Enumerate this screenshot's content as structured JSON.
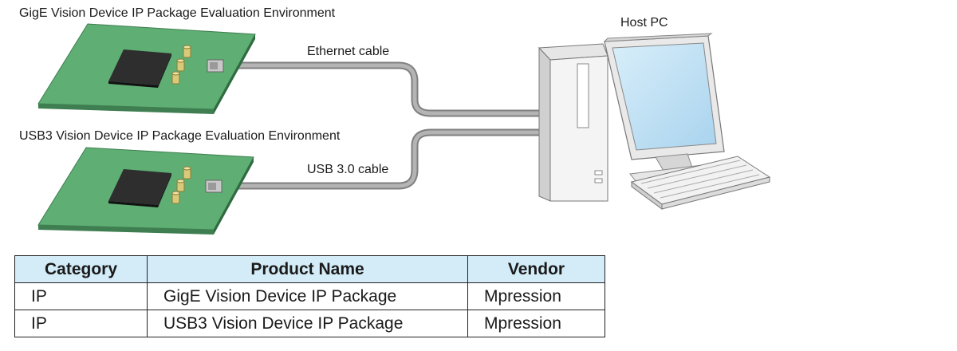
{
  "labels": {
    "gige_env": "GigE Vision Device IP Package Evaluation Environment",
    "usb3_env": "USB3 Vision Device IP Package Evaluation Environment",
    "ethernet_cable": "Ethernet cable",
    "usb_cable": "USB 3.0 cable",
    "host_pc": "Host PC"
  },
  "table": {
    "headers": [
      "Category",
      "Product Name",
      "Vendor"
    ],
    "rows": [
      [
        "IP",
        "GigE Vision Device IP Package",
        "Mpression"
      ],
      [
        "IP",
        "USB3 Vision Device IP Package",
        "Mpression"
      ]
    ]
  },
  "colors": {
    "board": "#5fae74",
    "cable": "#a3a3a3",
    "screen": "#bfe0f4",
    "header_bg": "#d3ecf8"
  }
}
